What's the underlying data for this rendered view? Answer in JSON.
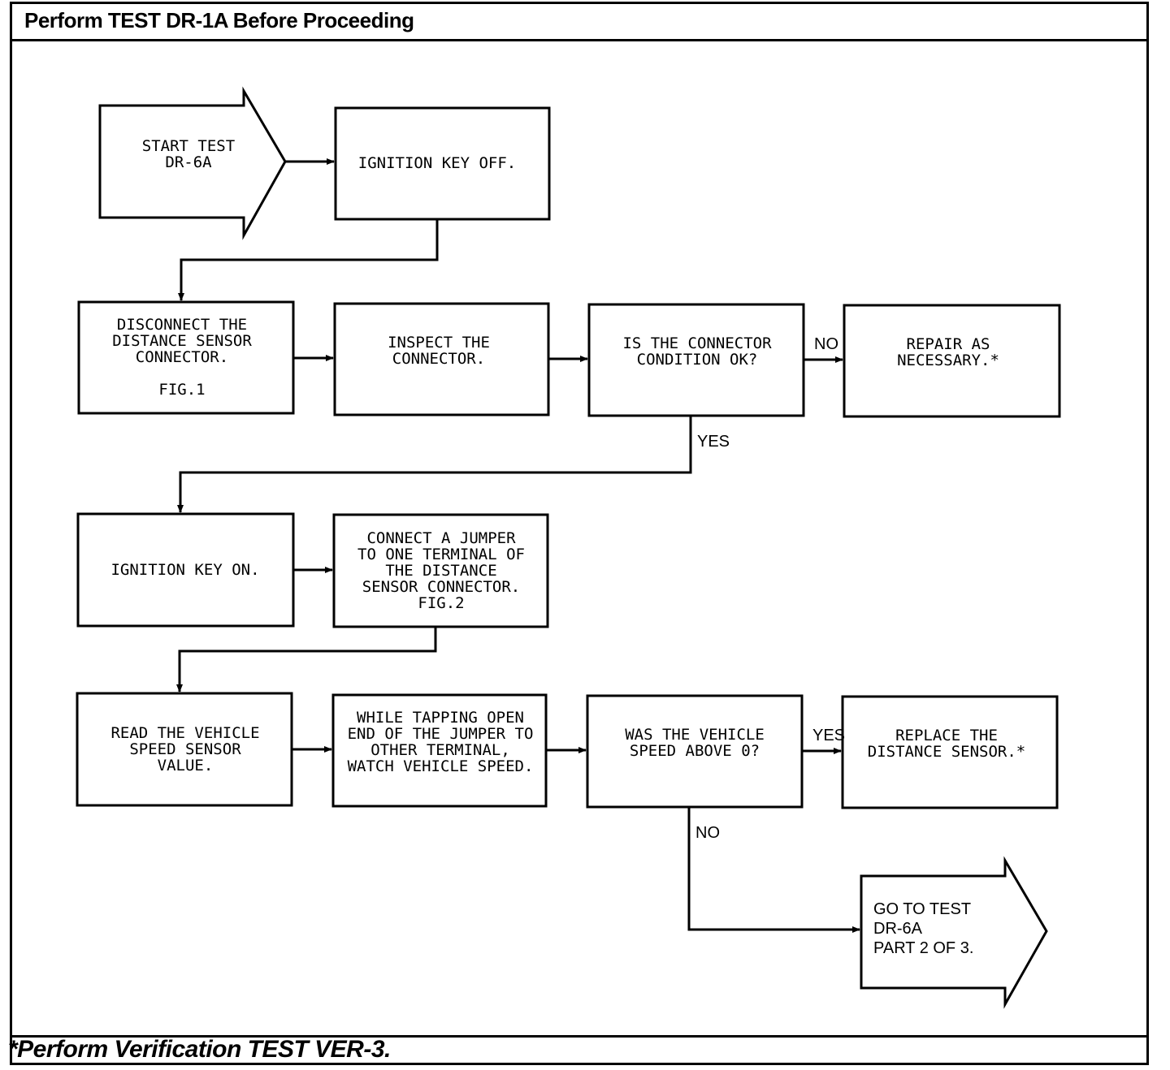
{
  "header": {
    "title": "Perform TEST DR-1A Before Proceeding"
  },
  "footer": {
    "note": "*Perform Verification TEST VER-3."
  },
  "flowchart": {
    "start": {
      "lines": [
        "START TEST",
        "DR-6A"
      ]
    },
    "ignition_off": {
      "lines": [
        "IGNITION KEY OFF."
      ]
    },
    "disconnect": {
      "lines": [
        "DISCONNECT THE",
        "DISTANCE SENSOR",
        "CONNECTOR.",
        "",
        "FIG.1"
      ]
    },
    "inspect": {
      "lines": [
        "INSPECT THE",
        "CONNECTOR."
      ]
    },
    "connector_ok": {
      "lines": [
        "IS THE CONNECTOR",
        "CONDITION OK?"
      ]
    },
    "repair": {
      "lines": [
        "REPAIR AS",
        "NECESSARY.*"
      ]
    },
    "ignition_on": {
      "lines": [
        "IGNITION KEY ON."
      ]
    },
    "jumper": {
      "lines": [
        "CONNECT A JUMPER",
        "TO ONE TERMINAL OF",
        "THE DISTANCE",
        "SENSOR CONNECTOR.",
        "FIG.2"
      ]
    },
    "read_speed": {
      "lines": [
        "READ THE VEHICLE",
        "SPEED SENSOR",
        "VALUE."
      ]
    },
    "tapping": {
      "lines": [
        "WHILE TAPPING OPEN",
        "END OF THE JUMPER TO",
        "OTHER TERMINAL,",
        "WATCH VEHICLE SPEED."
      ]
    },
    "speed_above": {
      "lines": [
        "WAS THE VEHICLE",
        "SPEED ABOVE 0?"
      ]
    },
    "replace": {
      "lines": [
        "REPLACE THE",
        "DISTANCE SENSOR.*"
      ]
    },
    "goto": {
      "lines": [
        "GO TO TEST",
        "DR-6A",
        "PART 2 OF 3."
      ]
    },
    "labels": {
      "no_1": "NO",
      "yes_1": "YES",
      "yes_2": "YES",
      "no_2": "NO"
    }
  }
}
